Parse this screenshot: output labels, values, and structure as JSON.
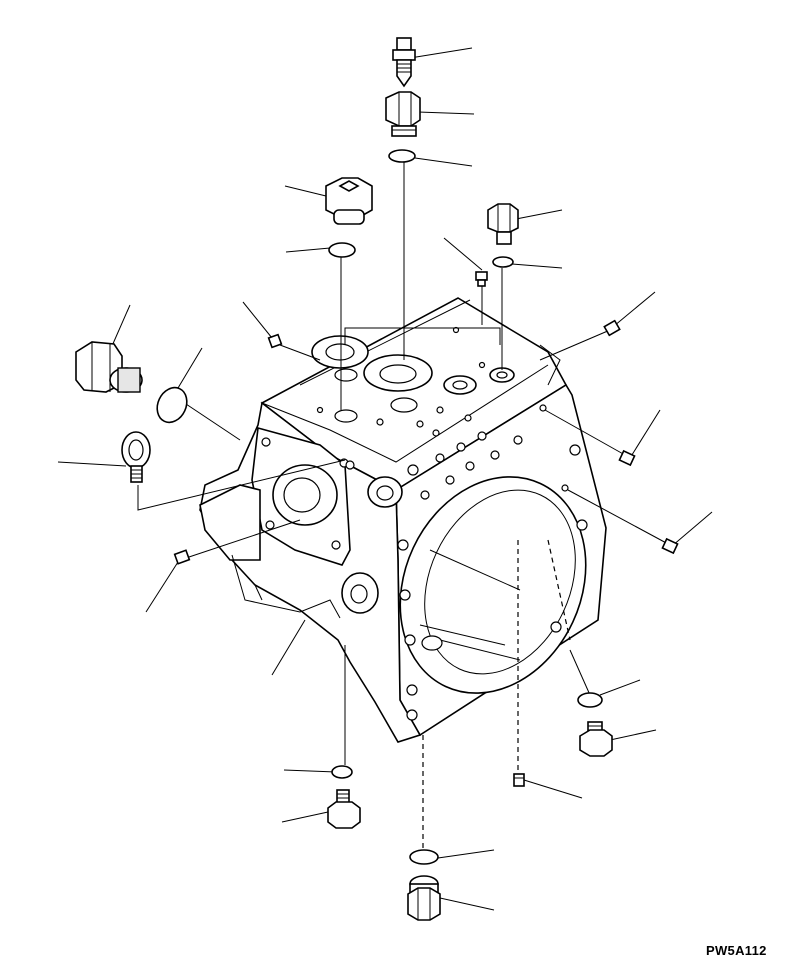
{
  "drawing": {
    "reference_code": "PW5A112"
  },
  "parts": [
    {
      "name": "plug-nipple"
    },
    {
      "name": "hex-plug-top"
    },
    {
      "name": "o-ring-top"
    },
    {
      "name": "socket-plug"
    },
    {
      "name": "o-ring-socket-plug"
    },
    {
      "name": "bolt-right"
    },
    {
      "name": "o-ring-right"
    },
    {
      "name": "orifice-top"
    },
    {
      "name": "small-plug-left"
    },
    {
      "name": "small-plug-right"
    },
    {
      "name": "large-plug-left"
    },
    {
      "name": "o-ring-left"
    },
    {
      "name": "eye-bolt"
    },
    {
      "name": "small-plug-lower-left"
    },
    {
      "name": "small-plug-side-1"
    },
    {
      "name": "small-plug-side-2"
    },
    {
      "name": "o-ring-lower-right"
    },
    {
      "name": "plug-lower-right"
    },
    {
      "name": "orifice-bottom"
    },
    {
      "name": "o-ring-bottom-left"
    },
    {
      "name": "plug-bottom-left"
    },
    {
      "name": "o-ring-bottom"
    },
    {
      "name": "hex-plug-bottom"
    },
    {
      "name": "pump-case"
    }
  ]
}
